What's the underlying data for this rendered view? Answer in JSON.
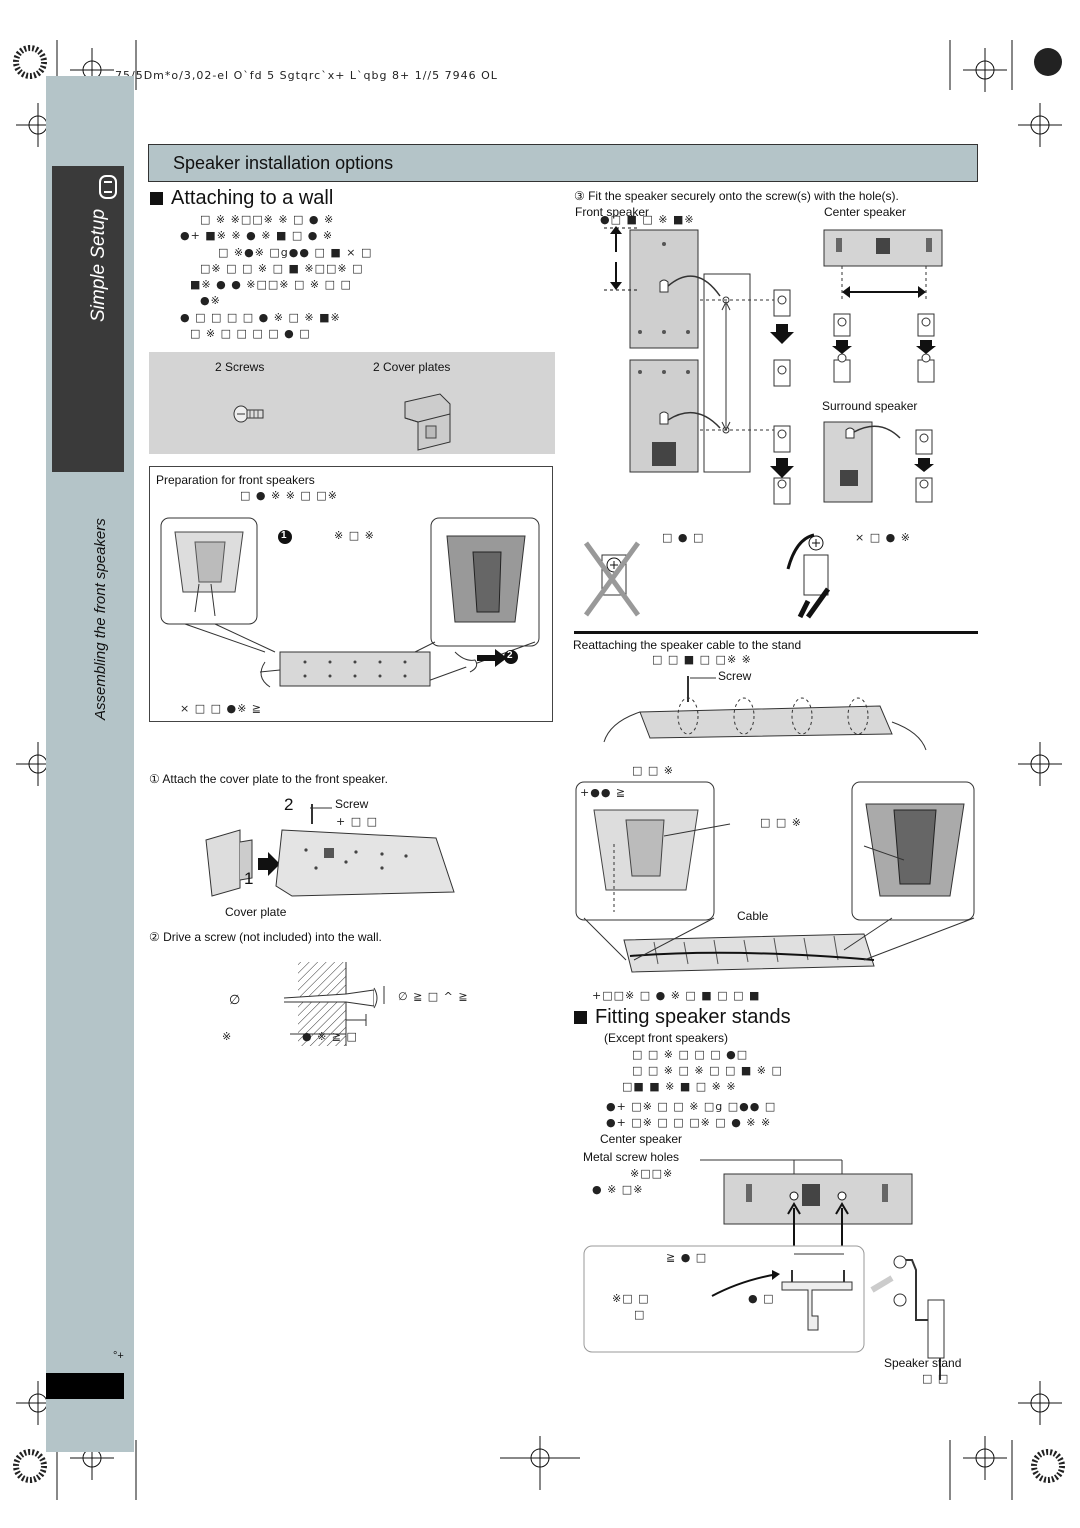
{
  "header": {
    "code_line": "75/5Dm*o/3,02-el  O`fd 5  Sgtqrc`x+ L`qbg 8+ 1//5  7946 OL"
  },
  "sidebar": {
    "tab_label": "Simple Setup",
    "section_label": "Assembling the front speakers",
    "page_mark": "°+"
  },
  "section": {
    "title": "Speaker installation options"
  },
  "attaching": {
    "heading": "Attaching to a wall",
    "garbled_lines": [
      "□  ※  ※□□※   ※    □  ●  ※",
      "●+  ■※  ※  ●  ※  ■  □  ●  ※",
      "□  ※●※  □g●●  □  ■  ×  □",
      "□※  □  □  ※  □  ■  ※□□※  □",
      "■※  ●  ●  ※□□※  □  ※  □  □",
      "●※",
      "●  □  □  □  □  ●  ※  □  ※  ■※",
      "□  ※  □  □  □  □  ●  □"
    ],
    "items": {
      "screws": "2 Screws",
      "cover_plates": "2 Cover plates"
    }
  },
  "preparation": {
    "title": "Preparation for front speakers",
    "line1": "□  ●  ※   ※    □  □※",
    "callout1_num": "1",
    "callout2_num": "2",
    "callout1_text": "※  □  ※",
    "footer": "×   □  □  ●※  ≧"
  },
  "steps": {
    "step1": "① Attach the cover plate to the front speaker.",
    "step1_num2": "2",
    "step1_num1": "1",
    "screw_label": "Screw",
    "screw_sub": "+   □   □",
    "cover_plate_label": "Cover plate",
    "step2": "② Drive a screw (not included) into the wall.",
    "dim_a": "∅",
    "dim_b": "∅  ≧  □  ^  ≧",
    "dim_c": "※",
    "dim_d": "●  ※  ≧  □",
    "step3": "③ Fit the speaker securely onto the screw(s) with the hole(s)."
  },
  "fit": {
    "front_speaker": "Front speaker",
    "center_speaker": "Center speaker",
    "surround_speaker": "Surround speaker",
    "front_garble": "●□  ■   □  ※  ■※",
    "note_left": "□  ●  □",
    "note_right": "×  □  ●  ※"
  },
  "reattach": {
    "title": "Reattaching the speaker cable to the stand",
    "garble": "□  □  ■   □  □※  ※",
    "screw_label": "Screw",
    "garble2": "□  □  ※",
    "cable_label": "Cable",
    "bottom_garble": "+□□※  □  ●  ※   □  ■  □  □   ■"
  },
  "stands": {
    "heading": "Fitting speaker stands",
    "except": "(Except front speakers)",
    "center_speaker": "Center speaker",
    "metal_holes": "Metal screw holes",
    "speaker_stand": "Speaker stand",
    "garble_lines": [
      "□  □  ※  □  □   □   ●□",
      "□  □  ※  □  ※   □   □  ■  ※  □",
      "□■    ■  ※  ■   □  ※  ※",
      "●+  □※  □  □  ※  □g  □●●  □",
      "●+  □※  □  □  □※   □  ●  ※  ※"
    ]
  }
}
